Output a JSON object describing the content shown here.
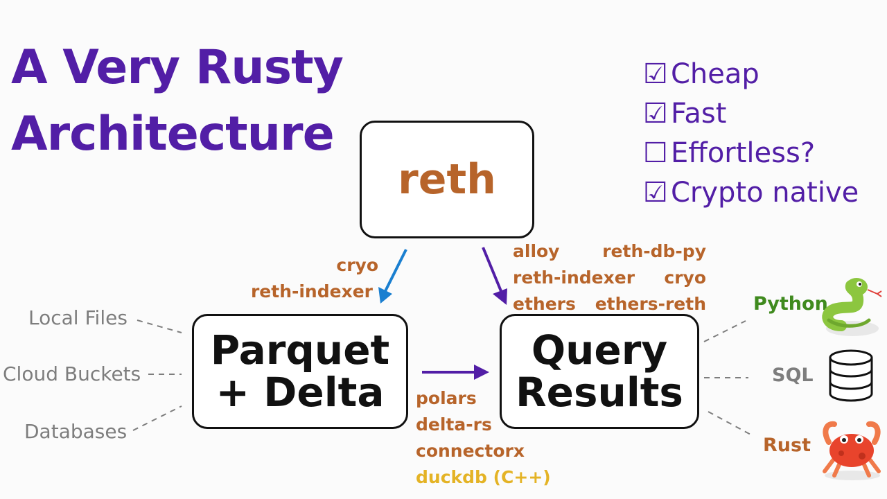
{
  "title": {
    "line1": "A Very Rusty",
    "line2": "Architecture"
  },
  "checklist": [
    {
      "mark": "☑",
      "label": "Cheap"
    },
    {
      "mark": "☑",
      "label": "Fast"
    },
    {
      "mark": "☐",
      "label": "Effortless?"
    },
    {
      "mark": "☑",
      "label": "Crypto native"
    }
  ],
  "nodes": {
    "reth": "reth",
    "parquet": {
      "line1": "Parquet",
      "line2": "+ Delta"
    },
    "query": {
      "line1": "Query",
      "line2": "Results"
    }
  },
  "left_libs": [
    "cryo",
    "reth-indexer"
  ],
  "right_libs": {
    "col1": [
      "alloy",
      "reth-indexer",
      "ethers"
    ],
    "col2": [
      "reth-db-py",
      "cryo",
      "ethers-reth"
    ]
  },
  "bottom_libs": [
    "polars",
    "delta-rs",
    "connectorx",
    "duckdb (C++)"
  ],
  "sources": [
    "Local Files",
    "Cloud Buckets",
    "Databases"
  ],
  "outputs": [
    {
      "label": "Python",
      "icon": "snake-icon",
      "color": "#3f8a1e"
    },
    {
      "label": "SQL",
      "icon": "database-icon",
      "color": "#7d7d7d"
    },
    {
      "label": "Rust",
      "icon": "crab-icon",
      "color": "#b7642a"
    }
  ],
  "colors": {
    "accent": "#521ea6",
    "lib": "#b7642a",
    "cpp": "#e4b325",
    "blue_arrow": "#1a7fd0",
    "muted": "#7d7d7d"
  }
}
